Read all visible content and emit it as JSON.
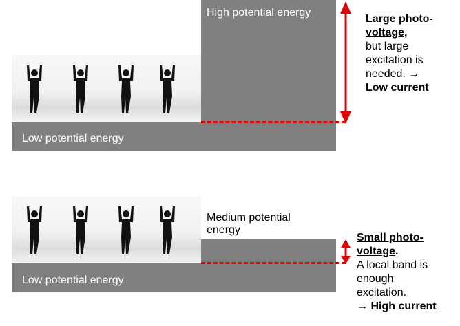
{
  "top_panel": {
    "high_label": "High potential energy",
    "low_label": "Low potential energy",
    "note": {
      "title_line1": "Large photo-",
      "title_line2": "voltage",
      "title_suffix": ",",
      "line3": "but large",
      "line4": "excitation is",
      "line5": "needed. →",
      "line6": "Low current"
    }
  },
  "bottom_panel": {
    "medium_label_line1": "Medium potential",
    "medium_label_line2": "energy",
    "low_label": "Low potential energy",
    "note": {
      "title_line1": "Small photo-",
      "title_line2": "voltage",
      "title_suffix": ".",
      "line3": "A local band is",
      "line4": "enough",
      "line5": "excitation.",
      "line6": "→ High current"
    }
  },
  "colors": {
    "block_gray": "#808080",
    "arrow_red": "#e60000"
  }
}
